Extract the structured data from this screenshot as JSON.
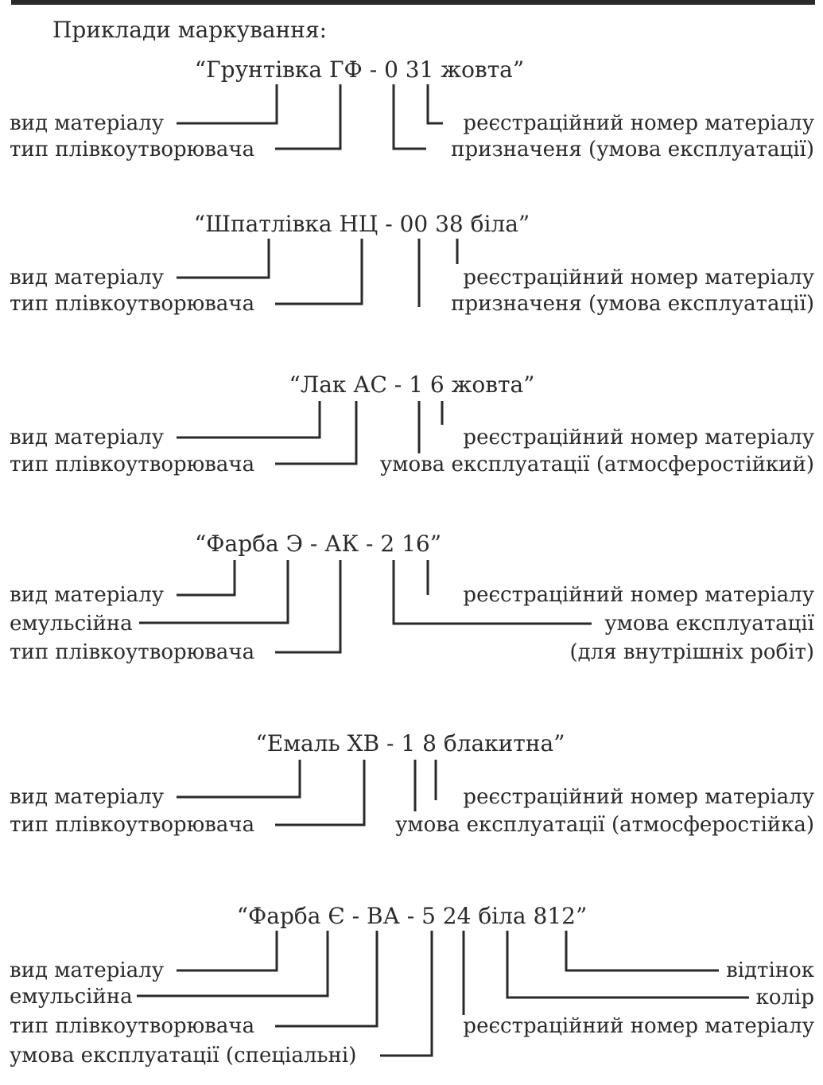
{
  "intro": "Приклади маркування:",
  "examples": [
    {
      "marking": "“Грунтівка ГФ - 0 31 жовта”",
      "left_labels": [
        "вид матеріалу",
        "тип плівкоутворювача"
      ],
      "right_labels": [
        "реєстраційний номер матеріалу",
        "призначеня (умова експлуатації)"
      ]
    },
    {
      "marking": "“Шпатлівка НЦ - 00 38 біла”",
      "left_labels": [
        "вид матеріалу",
        "тип плівкоутворювача"
      ],
      "right_labels": [
        "реєстраційний номер матеріалу",
        "призначеня (умова експлуатації)"
      ]
    },
    {
      "marking": "“Лак АС - 1 6 жовта”",
      "left_labels": [
        "вид матеріалу",
        "тип плівкоутворювача"
      ],
      "right_labels": [
        "реєстраційний номер матеріалу",
        "умова експлуатації (атмосферостійкий)"
      ]
    },
    {
      "marking": "“Фарба Э - АК - 2 16”",
      "left_labels": [
        "вид матеріалу",
        "емульсійна",
        "тип плівкоутворювача"
      ],
      "right_labels": [
        "реєстраційний номер матеріалу",
        "умова експлуатації",
        "(для внутрішніх робіт)"
      ]
    },
    {
      "marking": "“Емаль ХВ - 1 8 блакитна”",
      "left_labels": [
        "вид матеріалу",
        "тип плівкоутворювача"
      ],
      "right_labels": [
        "реєстраційний номер матеріалу",
        "умова експлуатації (атмосферостійка)"
      ]
    },
    {
      "marking": "“Фарба Є - ВА - 5 24 біла 812”",
      "left_labels": [
        "вид матеріалу",
        "емульсійна",
        "тип плівкоутворювача",
        "умова експлуатації (спеціальні)"
      ],
      "right_labels": [
        "відтінок",
        "колір",
        "реєстраційний номер матеріалу"
      ]
    }
  ]
}
